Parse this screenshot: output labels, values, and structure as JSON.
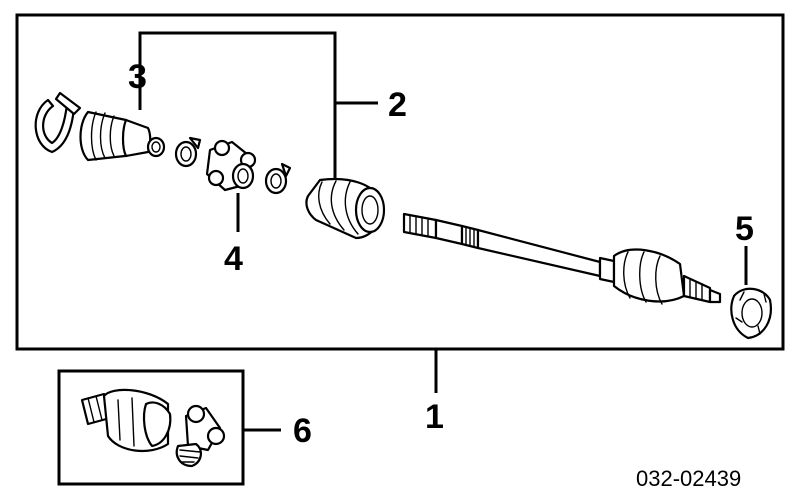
{
  "callouts": {
    "c1": "1",
    "c2": "2",
    "c3": "3",
    "c4": "4",
    "c5": "5",
    "c6": "6"
  },
  "diagram_code": "032-02439"
}
